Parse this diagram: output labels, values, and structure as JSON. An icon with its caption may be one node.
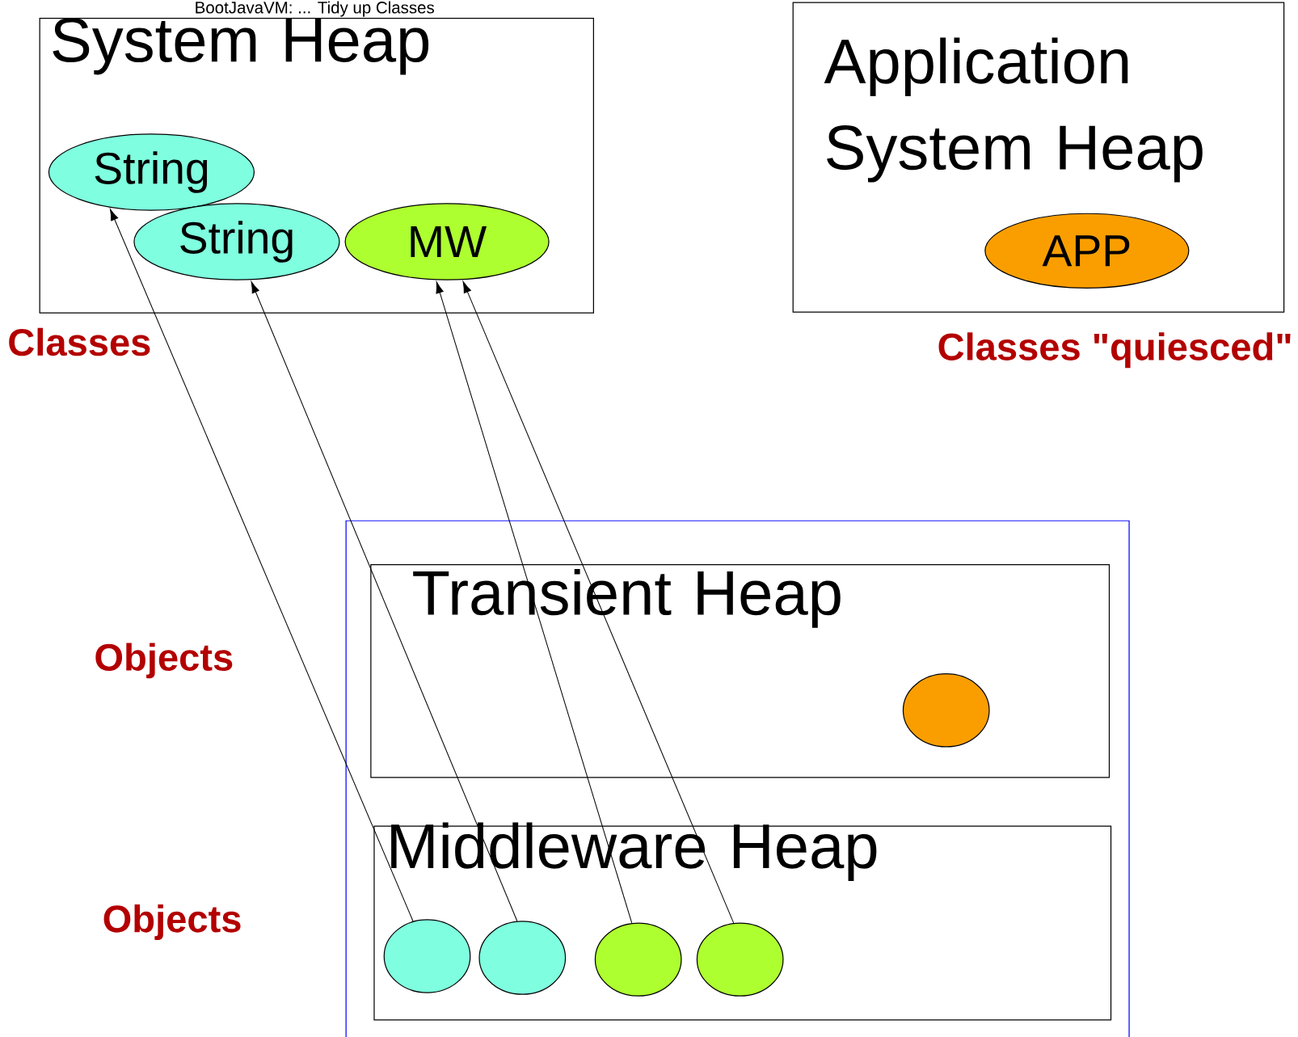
{
  "diagram": {
    "title": "BootJavaVM: ... Tidy up Classes",
    "nodes": [
      {
        "text": [
          "System Heap"
        ]
      },
      {
        "text": [
          "String"
        ],
        "in": 0
      },
      {
        "text": [
          "String"
        ],
        "in": 0
      },
      {
        "text": [
          "MW"
        ],
        "in": 0
      },
      {
        "text": [
          "Application System Heap"
        ]
      },
      {
        "text": [
          "APP"
        ],
        "in": 4
      },
      {
        "text": [],
        "shape": "box"
      },
      {
        "text": [
          "Transient Heap"
        ],
        "in": 6
      },
      {
        "text": [],
        "shape": "circle",
        "in": 7
      },
      {
        "text": [
          "Middleware Heap"
        ],
        "in": 6
      },
      {
        "text": [],
        "shape": "circle",
        "in": 9
      },
      {
        "text": [],
        "shape": "circle",
        "in": 9
      },
      {
        "text": [],
        "shape": "circle",
        "in": 9
      },
      {
        "text": [],
        "shape": "circle",
        "in": 9
      }
    ],
    "edges": [
      {
        "from": 10,
        "to": 1,
        "arrow": "to"
      },
      {
        "from": 11,
        "to": 2,
        "arrow": "to"
      },
      {
        "from": 12,
        "to": 3,
        "arrow": "to"
      },
      {
        "from": 13,
        "to": 3,
        "arrow": "to"
      }
    ],
    "labels": [
      "Classes",
      "Classes \"quiesced\"",
      "Objects",
      "Objects"
    ]
  }
}
